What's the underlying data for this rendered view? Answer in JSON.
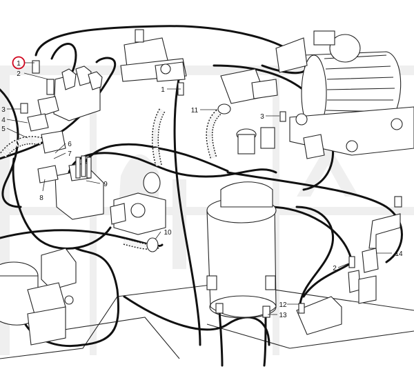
{
  "callouts": {
    "c1a": "1",
    "c2a": "2",
    "c3a": "3",
    "c4": "4",
    "c5": "5",
    "c6": "6",
    "c7": "7",
    "c8": "8",
    "c9": "9",
    "c10": "10",
    "c1b": "1",
    "c11": "11",
    "c3b": "3",
    "c2b": "2",
    "c12": "12",
    "c13": "13",
    "c14": "14"
  },
  "highlight_color": "#d0021b",
  "watermark_color": "#eeeeee"
}
